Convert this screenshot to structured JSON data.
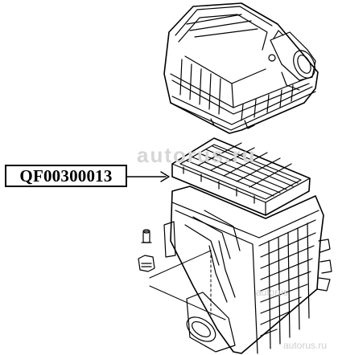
{
  "part_number": "QF00300013",
  "watermarks": {
    "center": "autorus.ru",
    "middle": "autorus",
    "corner": "autorus.ru"
  },
  "colors": {
    "line": "#000000",
    "background": "#ffffff",
    "watermark": "#cfcfcf"
  }
}
